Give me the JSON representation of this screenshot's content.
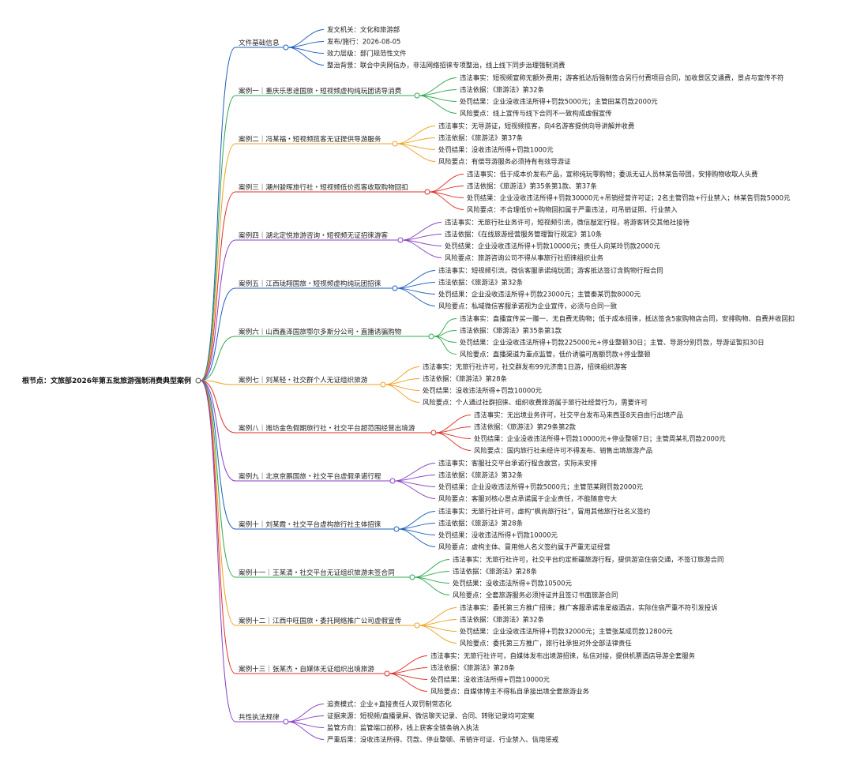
{
  "root": {
    "label": "根节点：文旅部2026年第五批旅游强制消费典型案例"
  },
  "branches": [
    {
      "label": "文件基础信息",
      "color": "#1f5fbf",
      "children": [
        "发文机关：文化和旅游部",
        "发布/施行：2026-08-05",
        "效力层级：部门规范性文件",
        "整治背景：联合中央网信办，非法网络招徕专项整治，线上线下同步治理强制消费"
      ]
    },
    {
      "label": "案例一｜重庆乐思途国旅・短视频虚构纯玩团诱导消费",
      "color": "#2fa84f",
      "children": [
        "违法事实：短视频宣称无额外费用；游客抵达后强制签合另行付费项目合同，加收景区交通费，景点与宣传不符",
        "违法依据：《旅游法》第32条",
        "处罚结果：企业没收违法所得+罚款5000元；主管田某罚款2000元",
        "风险要点：线上宣传与线下合同不一致构成虚假宣传"
      ]
    },
    {
      "label": "案例二｜冯某福・短视频揽客无证提供导游服务",
      "color": "#f0a020",
      "children": [
        "违法事实：无导游证，短视频揽客，向4名游客提供向导讲解并收费",
        "违法依据：《旅游法》第37条",
        "处罚结果：没收违法所得+罚款1000元",
        "风险要点：有偿导游服务必须持有有效导游证"
      ]
    },
    {
      "label": "案例三｜潮州骏晖旅行社・短视频低价揽客收取购物回扣",
      "color": "#e0302a",
      "children": [
        "违法事实：低于成本价发布产品，宣称纯玩零购物；委派无证人员林某告带团，安排购物收取人头费",
        "违法依据：《旅游法》第35条第1款、第37条",
        "处罚结果：企业没收违法所得+罚款30000元+吊销经营许可证；2名主管罚款+行业禁入；林某告罚款5000元",
        "风险要点：不合理低价+购物回扣属于严重违法，可吊销证照、行业禁入"
      ]
    },
    {
      "label": "案例四｜湖北定悦旅游咨询・短视频无证招徕游客",
      "color": "#8a3fc7",
      "children": [
        "违法事实：无旅行社业务许可，短视频引流，微信敲定行程，将游客转交其他社接待",
        "违法依据：《在线旅游经营服务管理暂行规定》第10条",
        "处罚结果：企业没收违法所得+罚款10000元；责任人向某玲罚款2000元",
        "风险要点：旅游咨询公司不得从事旅行社招徕组织业务"
      ]
    },
    {
      "label": "案例五｜江西珑翔国旅・短视频虚构纯玩团招徕",
      "color": "#1f5fbf",
      "children": [
        "违法事实：短视频引流，微信客服承诺纯玩团；游客抵达签订含购物行程合同",
        "违法依据：《旅游法》第32条",
        "处罚结果：企业没收违法所得+罚款23000元；主管秦某罚款8000元",
        "风险要点：私域微信客服承诺视为企业宣传，必须与合同一致"
      ]
    },
    {
      "label": "案例六｜山西鑫泽国旅鄂尔多斯分公司・直播诱骗购物",
      "color": "#2fa84f",
      "children": [
        "违法事实：直播宣传买一赠一、无自费无购物；低于成本招徕，抵达签含5家购物店合同，安排购物、自费并收回扣",
        "违法依据：《旅游法》第35条第1款",
        "处罚结果：企业没收违法所得+罚款225000元+停业整顿30日；主管、导游分别罚款，导游证暂扣30日",
        "风险要点：直播渠道为重点监管，低价诱骗可高额罚款+停业整顿"
      ]
    },
    {
      "label": "案例七｜刘某轻・社交群个人无证组织旅游",
      "color": "#f0a020",
      "children": [
        "违法事实：无旅行社许可，社交群发布99元济南1日游，招徕组织游客",
        "违法依据：《旅游法》第28条",
        "处罚结果：没收违法所得+罚款10000元",
        "风险要点：个人通过社群招徕、组织收费旅游属于旅行社经营行为，需要许可"
      ]
    },
    {
      "label": "案例八｜潍坊金色假期旅行社・社交平台超范围经营出境游",
      "color": "#e0302a",
      "children": [
        "违法事实：无出境业务许可，社交平台发布马来西亚8天自由行出境产品",
        "违法依据：《旅游法》第29条第2款",
        "处罚结果：企业没收违法所得+罚款10000元+停业整顿7日；主管周某礼罚款2000元",
        "风险要点：国内旅行社未经许可不得发布、销售出境旅游产品"
      ]
    },
    {
      "label": "案例九｜北京京鹏国旅・社交平台虚假承诺行程",
      "color": "#8a3fc7",
      "children": [
        "违法事实：客服社交平台承诺行程含故宫，实际未安排",
        "违法依据：《旅游法》第32条",
        "处罚结果：企业没收违法所得+罚款5000元；主管范某刚罚款2000元",
        "风险要点：客服对核心景点承诺属于企业责任，不能随意夸大"
      ]
    },
    {
      "label": "案例十｜刘某霞・社交平台虚构旅行社主体招徕",
      "color": "#1f5fbf",
      "children": [
        "违法事实：无旅行社许可，虚构“枫尚旅行社”，冒用其他旅行社名义签约",
        "违法依据：《旅游法》第28条",
        "处罚结果：没收违法所得+罚款10000元",
        "风险要点：虚构主体、冒用他人名义签约属于严重无证经营"
      ]
    },
    {
      "label": "案例十一｜王某清・社交平台无证组织旅游未签合同",
      "color": "#2fa84f",
      "children": [
        "违法事实：无旅行社许可，社交平台约定新疆旅游行程，提供游览住宿交通，不签订旅游合同",
        "违法依据：《旅游法》第28条",
        "处罚结果：没收违法所得+罚款10500元",
        "风险要点：全套旅游服务必须持证并且签订书面旅游合同"
      ]
    },
    {
      "label": "案例十二｜江西中旺国旅・委托网络推广公司虚假宣传",
      "color": "#f0a020",
      "children": [
        "违法事实：委托第三方推广招徕；推广客服承诺准星级酒店，实际住宿严重不符引发投诉",
        "违法依据：《旅游法》第32条",
        "处罚结果：企业没收违法所得+罚款32000元；主管张某成罚款12800元",
        "风险要点：委托第三方推广，旅行社承担对外全部法律责任"
      ]
    },
    {
      "label": "案例十三｜张某杰・自媒体无证组织出境旅游",
      "color": "#e0302a",
      "children": [
        "违法事实：无旅行社许可，自媒体发布出境游招徕，私信对接，提供机票酒店导游全套服务",
        "违法依据：《旅游法》第28条",
        "处罚结果：没收违法所得+罚款10000元",
        "风险要点：自媒体博主不得私自承接出境全套旅游业务"
      ]
    },
    {
      "label": "共性执法规律",
      "color": "#8a3fc7",
      "children": [
        "追责模式：企业+直接责任人双罚制常态化",
        "证据来源：短视频/直播录屏、微信聊天记录、合同、转账记录均可定案",
        "监管方向：监管端口前移，线上获客全链条纳入执法",
        "严重后果：没收违法所得、罚款、停业整顿、吊销许可证、行业禁入、信用惩戒"
      ]
    }
  ]
}
